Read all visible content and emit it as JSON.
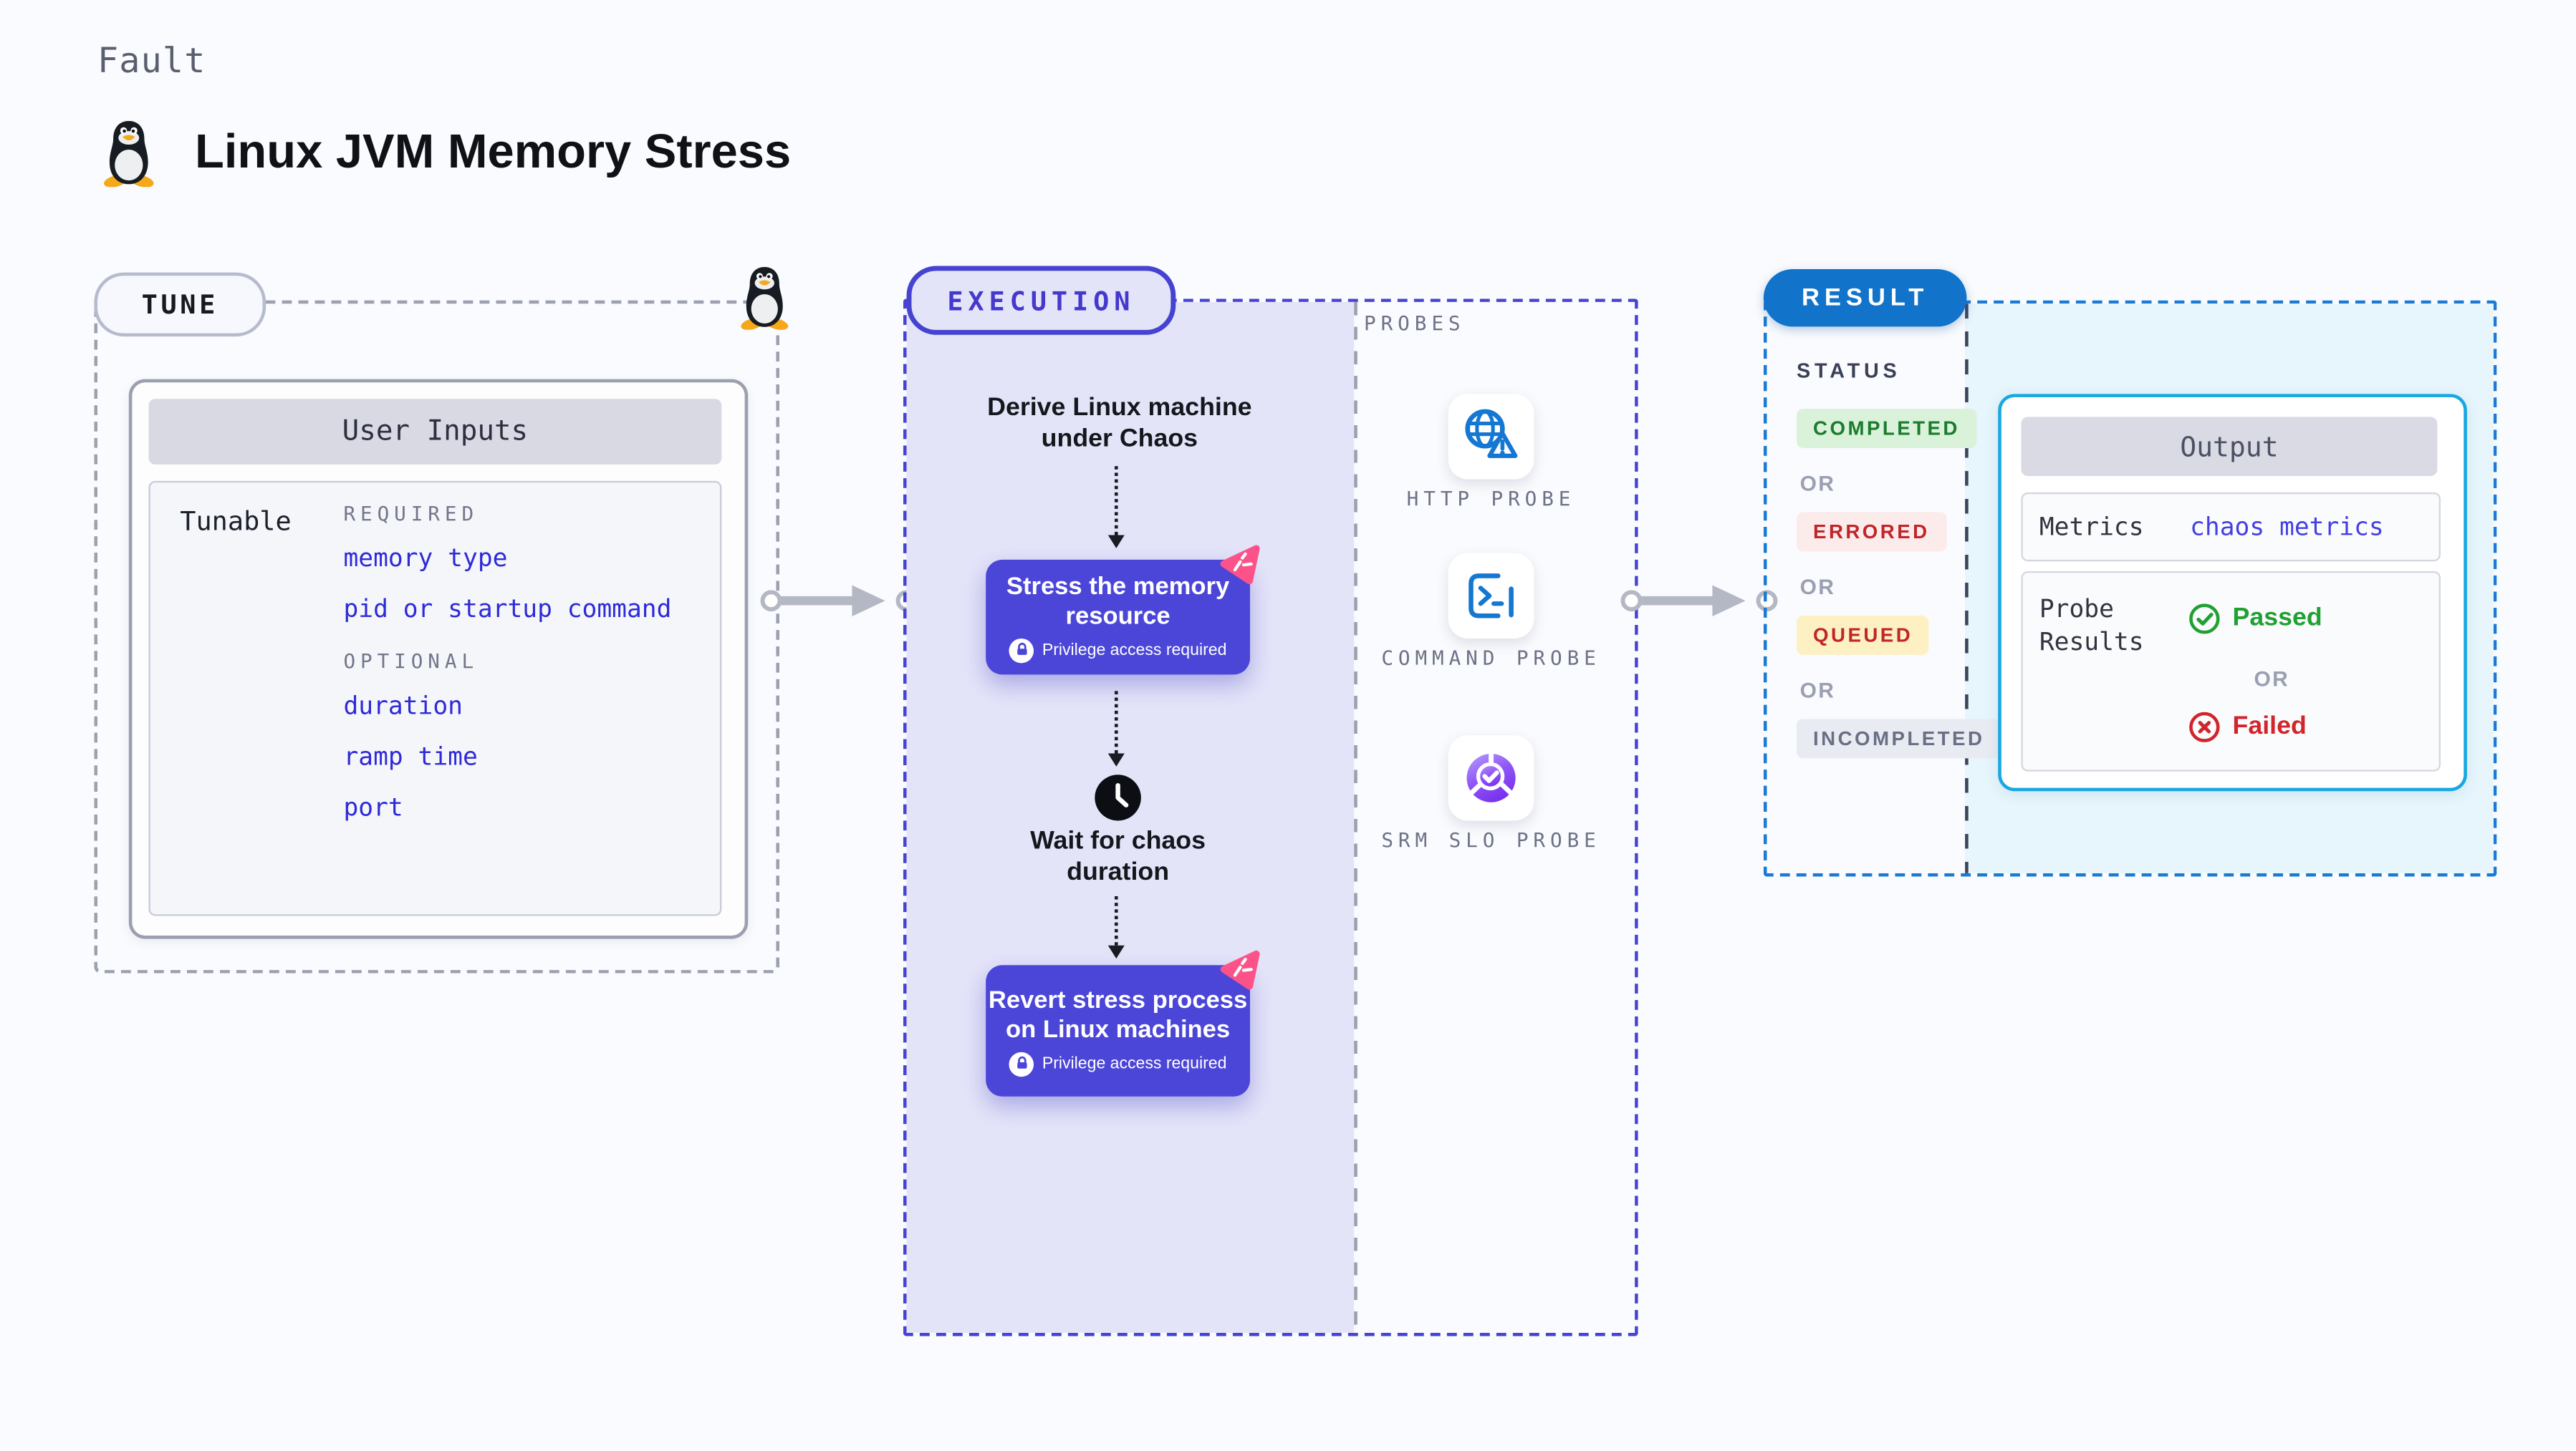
{
  "page": {
    "kind_label": "Fault",
    "title": "Linux JVM Memory Stress"
  },
  "tune": {
    "badge": "TUNE",
    "card_title": "User Inputs",
    "row_label": "Tunable",
    "required_label": "REQUIRED",
    "required_items": [
      "memory type",
      "pid or startup command"
    ],
    "optional_label": "OPTIONAL",
    "optional_items": [
      "duration",
      "ramp time",
      "port"
    ]
  },
  "execution": {
    "badge": "EXECUTION",
    "step1": "Derive Linux machine under Chaos",
    "stress_step": {
      "title": "Stress the memory resource",
      "note": "Privilege access required"
    },
    "wait_step": "Wait for chaos duration",
    "revert_step": {
      "title": "Revert stress process on Linux machines",
      "note": "Privilege access required"
    }
  },
  "probes": {
    "label": "PROBES",
    "items": [
      {
        "name": "HTTP PROBE",
        "icon": "globe-warning-icon"
      },
      {
        "name": "COMMAND PROBE",
        "icon": "terminal-icon"
      },
      {
        "name": "SRM SLO PROBE",
        "icon": "slo-donut-check-icon"
      }
    ]
  },
  "result": {
    "badge": "RESULT",
    "status_label": "STATUS",
    "or_label": "OR",
    "statuses": [
      {
        "label": "COMPLETED",
        "fg": "#1a7c2c",
        "bg": "#daf2da"
      },
      {
        "label": "ERRORED",
        "fg": "#c02529",
        "bg": "#fcebeb"
      },
      {
        "label": "QUEUED",
        "fg": "#c02529",
        "bg": "#fdf1c3"
      },
      {
        "label": "INCOMPLETED",
        "fg": "#696f85",
        "bg": "#e9ebf2"
      }
    ],
    "output": {
      "title": "Output",
      "metrics_label": "Metrics",
      "metrics_value": "chaos metrics",
      "probe_results_label": "Probe Results",
      "passed_label": "Passed",
      "or_label": "OR",
      "failed_label": "Failed"
    }
  },
  "colors": {
    "page_bg": "#fafbfe",
    "execution_accent": "#4543d0",
    "execution_fill": "#e4e4f9",
    "node_button": "#4b46d8",
    "result_accent": "#1173ca",
    "result_fill": "#e7f5fc",
    "output_border": "#18a8e1",
    "link_indigo": "#2e2ad8",
    "probe_icon_blue": "#1477d2",
    "srm_purple": "#8a4bf5",
    "chaos_pink": "#fb5389",
    "passed_green": "#21a033",
    "failed_red": "#d1252b"
  }
}
